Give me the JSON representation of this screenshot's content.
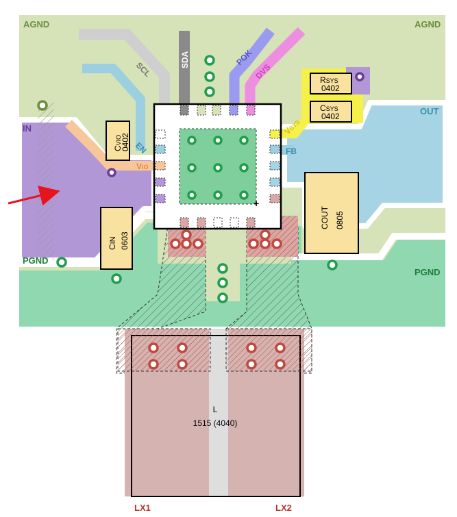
{
  "nets": {
    "agnd_left": "AGND",
    "agnd_right": "AGND",
    "in": "IN",
    "out": "OUT",
    "pgnd_left": "PGND",
    "pgnd_right": "PGND",
    "lx1": "LX1",
    "lx2": "LX2"
  },
  "signals": {
    "scl": "SCL",
    "sda": "SDA",
    "pok": "POK",
    "dvs": "DVS",
    "en": "EN",
    "vio": "V",
    "vio_sub": "IO",
    "vsys": "V",
    "vsys_sub": "SYS",
    "fb": "FB"
  },
  "components": {
    "rsys": {
      "name": "R",
      "sub": "SYS",
      "size": "0402"
    },
    "csys": {
      "name": "C",
      "sub": "SYS",
      "size": "0402"
    },
    "cvio": {
      "name": "C",
      "sub": "VIO",
      "size": "0402"
    },
    "cin": {
      "name": "C",
      "sub": "IN",
      "size": "0603"
    },
    "cout": {
      "name": "C",
      "sub": "OUT",
      "size": "0805"
    },
    "inductor": {
      "name": "L",
      "size": "1515 (4040)"
    }
  },
  "pin1_marker": "+",
  "colors": {
    "agnd": "#d6e2b8",
    "pgnd": "#8fd8b0",
    "in": "#b197d6",
    "out": "#a7d4e4",
    "lx": "#d9a7a4",
    "scl": "#cfcfcf",
    "sda": "#8a8a8a",
    "pok": "#9a9af0",
    "dvs": "#ee8ee0",
    "en": "#9ccfe0",
    "vio": "#f7c79b",
    "vsys": "#f5f04a",
    "comp": "#f9e2a0",
    "via_green": "#1e9e4a",
    "via_red": "#c0483e"
  }
}
